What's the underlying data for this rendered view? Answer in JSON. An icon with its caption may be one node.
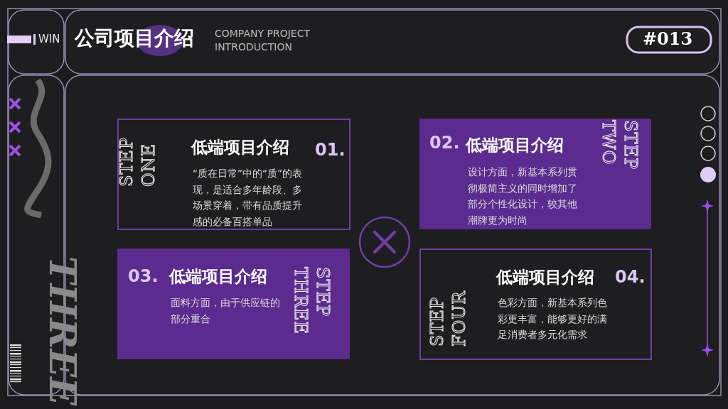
{
  "diagram": {
    "title": "公司项目介绍",
    "nodes": [
      {
        "text": [
          "低端项目介绍",
          "01.",
          "“质在日常”中的“质”的表现，是适合多年龄段、多场景穿着，带有品质提升感的必备百搭单品",
          "STEP ONE"
        ]
      },
      {
        "text": [
          "02.",
          "低端项目介绍",
          "设计方面，新基本系列贯彻极简主义的同时增加了部分个性化设计，较其他潮牌更为时尚",
          "STEP TWO"
        ]
      },
      {
        "text": [
          "03.",
          "低端项目介绍",
          "面料方面，由于供应链的部分重合",
          "STEP THREE"
        ]
      },
      {
        "text": [
          "低端项目介绍",
          "04.",
          "色彩方面，新基本系列色彩更丰富，能够更好的满足消费者多元化需求",
          "STEP FOUR"
        ]
      }
    ],
    "labels": [
      "WIN",
      "COMPANY PROJECT INTRODUCTION",
      "#013",
      "THREE"
    ]
  }
}
